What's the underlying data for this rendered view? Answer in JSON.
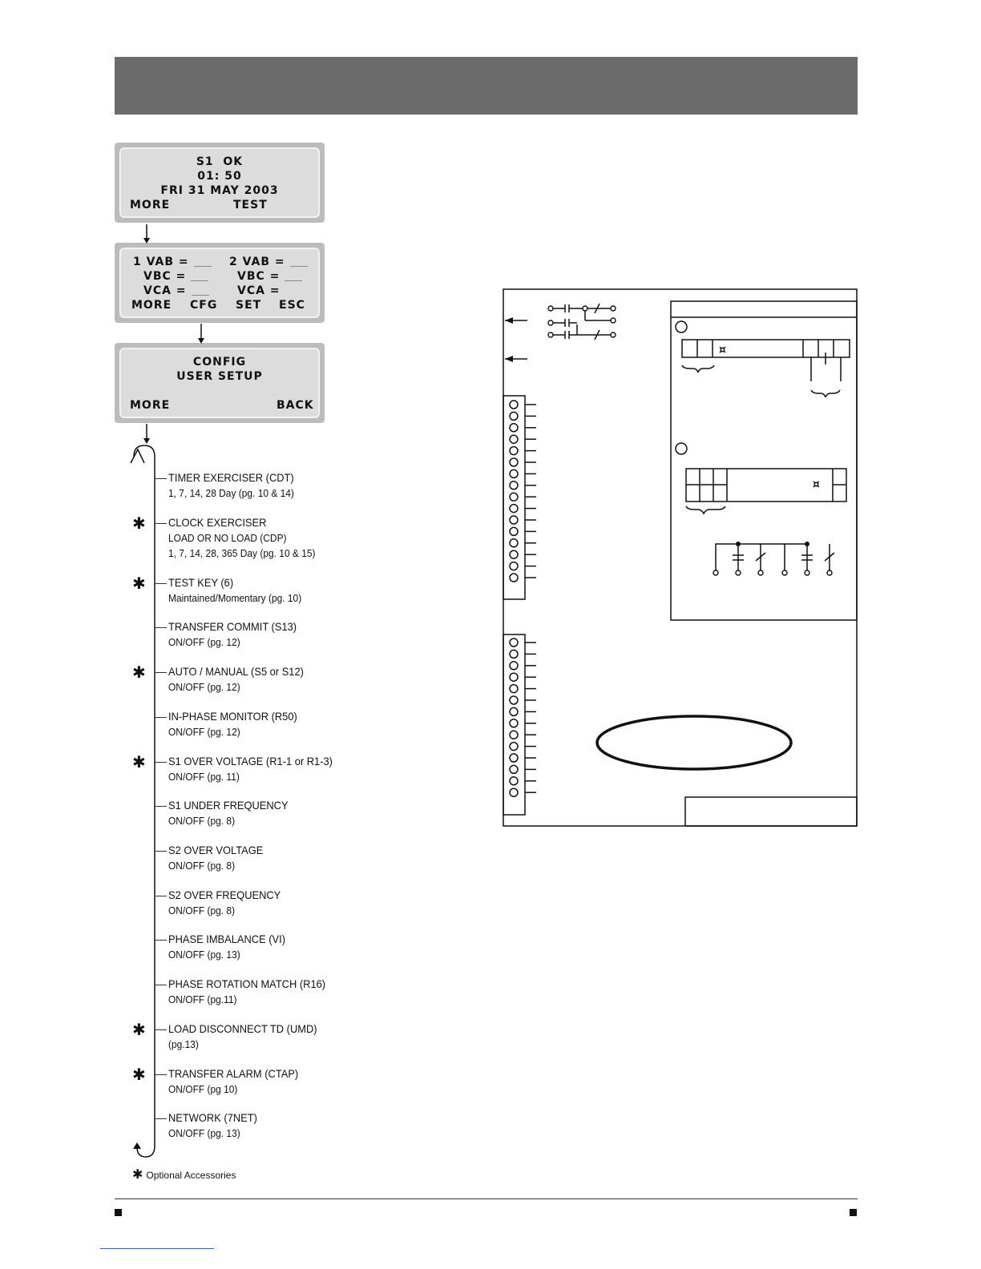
{
  "screens": {
    "screen1": {
      "l1": "S1  OK",
      "l2": "01: 50",
      "l3": "FRI 31 MAY 2003",
      "left": "MORE",
      "right": "TEST"
    },
    "screen2": {
      "r1a": "1 VAB =",
      "r1b": "2 VAB =",
      "r2a": "VBC =",
      "r2b": "VBC =",
      "r3a": "VCA =",
      "r3b": "VCA =",
      "soft1": "MORE",
      "soft2": "CFG",
      "soft3": "SET",
      "soft4": "ESC"
    },
    "screen3": {
      "l1": "CONFIG",
      "l2": "USER SETUP",
      "left": "MORE",
      "right": "BACK"
    }
  },
  "menu": [
    {
      "title": "TIMER EXERCISER (CDT)",
      "sub": [
        "1, 7, 14, 28 Day (pg. 10 & 14)"
      ],
      "optional": false
    },
    {
      "title": "CLOCK EXERCISER",
      "sub": [
        "LOAD OR NO LOAD (CDP)",
        "1, 7, 14, 28, 365 Day (pg. 10 & 15)"
      ],
      "optional": true
    },
    {
      "title": "TEST KEY (6)",
      "sub": [
        "Maintained/Momentary (pg. 10)"
      ],
      "optional": true
    },
    {
      "title": "TRANSFER COMMIT (S13)",
      "sub": [
        "ON/OFF (pg. 12)"
      ],
      "optional": false
    },
    {
      "title": "AUTO / MANUAL (S5 or S12)",
      "sub": [
        "ON/OFF (pg. 12)"
      ],
      "optional": true
    },
    {
      "title": "IN-PHASE MONITOR (R50)",
      "sub": [
        "ON/OFF (pg. 12)"
      ],
      "optional": false
    },
    {
      "title": "S1 OVER VOLTAGE (R1-1 or R1-3)",
      "sub": [
        "ON/OFF (pg. 11)"
      ],
      "optional": true
    },
    {
      "title": "S1 UNDER FREQUENCY",
      "sub": [
        "ON/OFF (pg. 8)"
      ],
      "optional": false
    },
    {
      "title": "S2 OVER VOLTAGE",
      "sub": [
        "ON/OFF (pg. 8)"
      ],
      "optional": false
    },
    {
      "title": "S2 OVER FREQUENCY",
      "sub": [
        "ON/OFF (pg. 8)"
      ],
      "optional": false
    },
    {
      "title": "PHASE IMBALANCE (VI)",
      "sub": [
        "ON/OFF (pg. 13)"
      ],
      "optional": false
    },
    {
      "title": "PHASE ROTATION MATCH (R16)",
      "sub": [
        "ON/OFF (pg.11)"
      ],
      "optional": false
    },
    {
      "title": "LOAD DISCONNECT TD (UMD)",
      "sub": [
        "(pg.13)"
      ],
      "optional": true
    },
    {
      "title": "TRANSFER ALARM (CTAP)",
      "sub": [
        "ON/OFF (pg 10)"
      ],
      "optional": true
    },
    {
      "title": "NETWORK (7NET)",
      "sub": [
        "ON/OFF (pg. 13)"
      ],
      "optional": false
    }
  ],
  "legend": {
    "symbol": "✱",
    "text": "Optional Accessories"
  }
}
